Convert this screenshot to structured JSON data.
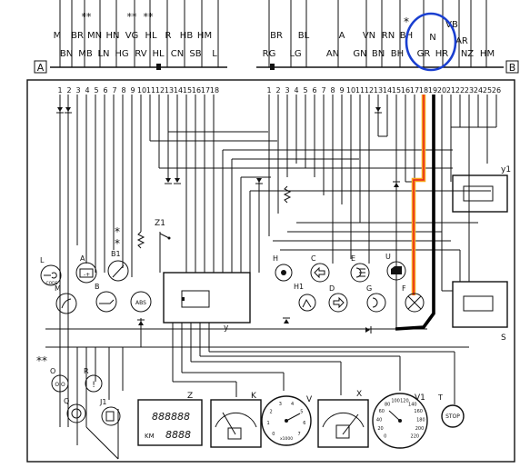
{
  "connectors": {
    "left": {
      "letter": "A",
      "pins": [
        "1",
        "2",
        "3",
        "4",
        "5",
        "6",
        "7",
        "8",
        "9",
        "10",
        "11",
        "12",
        "13",
        "14",
        "15",
        "16",
        "17",
        "18"
      ]
    },
    "right": {
      "letter": "B",
      "pins": [
        "1",
        "2",
        "3",
        "4",
        "5",
        "6",
        "7",
        "8",
        "9",
        "10",
        "11",
        "12",
        "13",
        "14",
        "15",
        "16",
        "17",
        "18",
        "19",
        "20",
        "21",
        "22",
        "23",
        "24",
        "25",
        "26"
      ]
    }
  },
  "wire_codes": {
    "left_upper": [
      "M",
      "BR",
      "MN",
      "HN",
      "VG",
      "HL"
    ],
    "left_lower": [
      "BN",
      "MB",
      "LN",
      "HG",
      "RV",
      "HL",
      "CN",
      "SB",
      "L"
    ],
    "left_upper2": [
      "R",
      "HB",
      "HM"
    ],
    "right_upper": [
      "BR",
      "BL",
      "A",
      "VN",
      "RN",
      "BH",
      "N",
      "VB",
      "AR"
    ],
    "right_lower": [
      "RG",
      "LG",
      "AN",
      "GN",
      "BN",
      "BH",
      "GR",
      "HR",
      "NZ",
      "HM"
    ],
    "stars": [
      "**",
      "**",
      "**",
      "*",
      "*",
      "*",
      "**"
    ]
  },
  "components": {
    "L": "L",
    "L_sub": "CODE",
    "A": "A",
    "B1": "B1",
    "M": "M",
    "B": "B",
    "ABS": "ABS",
    "Z1": "Z1",
    "H": "H",
    "H1": "H1",
    "C": "C",
    "D": "D",
    "E": "E",
    "G": "G",
    "U": "U",
    "F": "F",
    "y": "y",
    "y1": "y1",
    "S": "S",
    "O": "O",
    "Q": "Q",
    "R": "R",
    "J1": "J1",
    "Z": "Z",
    "K": "K",
    "V": "V",
    "X": "X",
    "V1": "V1",
    "T": "T",
    "T_sub": "STOP",
    "lcd_top": "888888",
    "lcd_km": "KM",
    "lcd_bottom": "8888",
    "tacho_ticks": [
      "0",
      "20",
      "40",
      "60",
      "80",
      "100",
      "120",
      "140",
      "160",
      "180",
      "200",
      "220"
    ],
    "rpm_ticks": [
      "0",
      "1",
      "2",
      "3",
      "4",
      "5",
      "6",
      "7"
    ],
    "rpm_unit": "x1000"
  },
  "highlight": {
    "color": "#1a3fd0",
    "label": "N"
  },
  "colors": {
    "orange": "#f7a51c",
    "red": "#e82020",
    "black": "#000000",
    "line": "#111111"
  }
}
